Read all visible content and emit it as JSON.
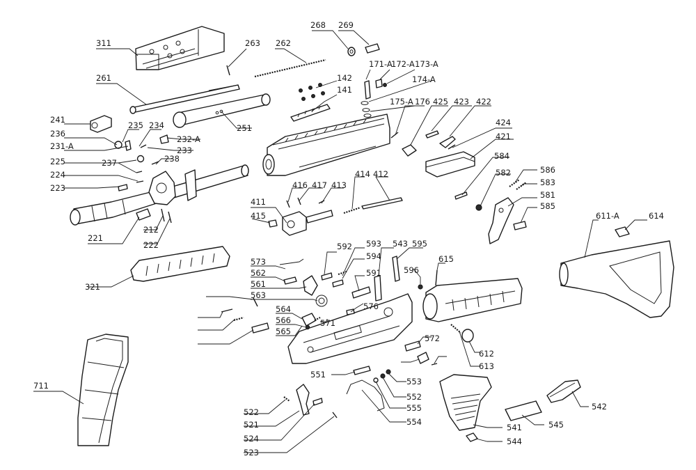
{
  "diagram": {
    "type": "exploded-parts-diagram",
    "line_color": "#1a1a1a",
    "background": "#ffffff",
    "callouts": [
      "311",
      "263",
      "262",
      "268",
      "269",
      "261",
      "171-A",
      "172-A",
      "173-A",
      "174-A",
      "142",
      "141",
      "175-A",
      "176",
      "425",
      "423",
      "422",
      "241",
      "251",
      "235",
      "234",
      "236",
      "232-A",
      "231-A",
      "233",
      "237",
      "238",
      "225",
      "224",
      "223",
      "424",
      "421",
      "584",
      "586",
      "583",
      "582",
      "581",
      "585",
      "411",
      "416",
      "417",
      "413",
      "414",
      "412",
      "415",
      "221",
      "212",
      "222",
      "611-A",
      "614",
      "592",
      "593",
      "543",
      "595",
      "573",
      "594",
      "591",
      "562",
      "596",
      "615",
      "561",
      "563",
      "576",
      "321",
      "564",
      "566",
      "571",
      "565",
      "572",
      "612",
      "613",
      "551",
      "553",
      "552",
      "555",
      "554",
      "711",
      "522",
      "521",
      "524",
      "523",
      "541",
      "544",
      "545",
      "542"
    ]
  }
}
